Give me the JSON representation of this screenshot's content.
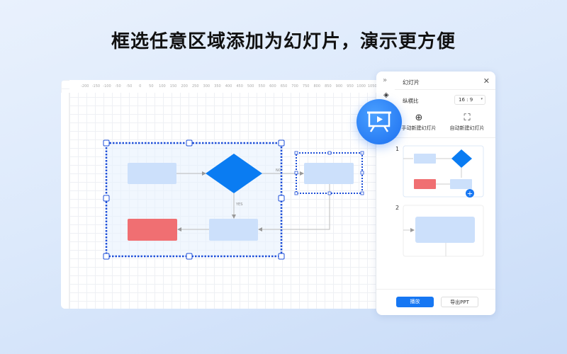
{
  "headline": "框选任意区域添加为幻灯片，演示更方便",
  "ruler": {
    "labels": [
      "-200",
      "-150",
      "-100",
      "-50",
      "-50",
      "0",
      "50",
      "100",
      "150",
      "200",
      "250",
      "300",
      "350",
      "400",
      "450",
      "500",
      "550",
      "600",
      "650",
      "700",
      "750",
      "800",
      "850",
      "900",
      "950",
      "1000",
      "1050"
    ]
  },
  "diagram": {
    "no_label": "NO",
    "yes_label": "YES"
  },
  "panel": {
    "title": "幻灯片",
    "aspect_label": "纵横比",
    "aspect_value": "16 : 9",
    "manual_new": "手动新建幻灯片",
    "auto_new": "自动新建幻灯片",
    "slides": [
      {
        "number": "1"
      },
      {
        "number": "2"
      }
    ],
    "play": "播放",
    "export": "导出PPT"
  },
  "colors": {
    "accent": "#1677f3",
    "selection": "#1e4fd8",
    "node": "#cce0fb",
    "diamond": "#0a7cf2",
    "red_node": "#f06f72"
  }
}
